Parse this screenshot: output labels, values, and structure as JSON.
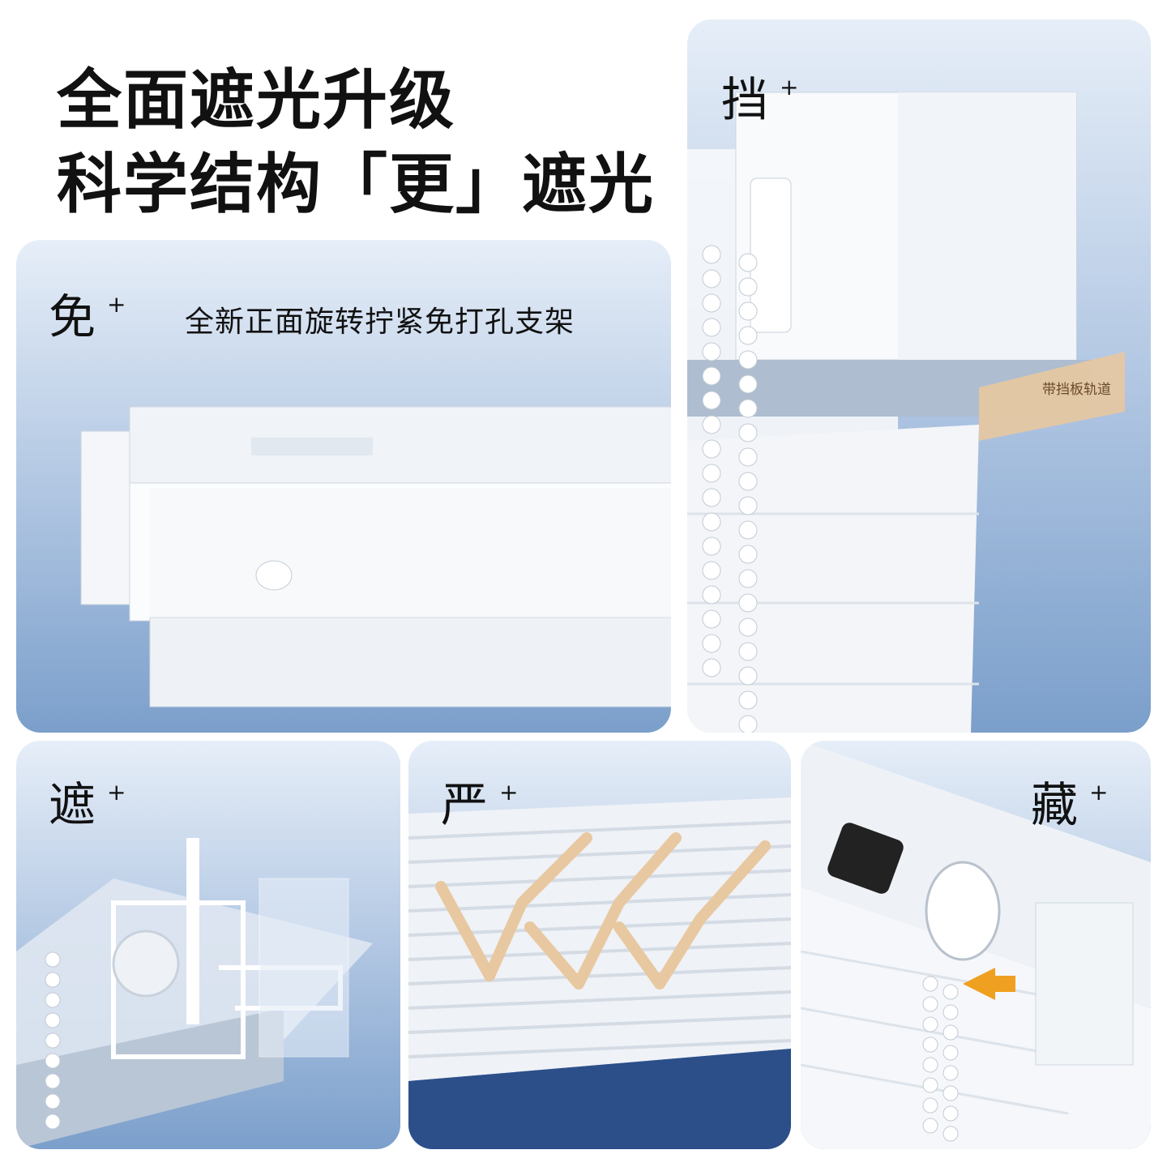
{
  "headline": {
    "line1": "全面遮光升级",
    "line2": "科学结构「更」遮光"
  },
  "panels": {
    "mian": {
      "label": "免",
      "plus": "+",
      "caption": "全新正面旋转拧紧免打孔支架"
    },
    "dang": {
      "label": "挡",
      "plus": "+",
      "tag": "带挡板轨道"
    },
    "zhe": {
      "label": "遮",
      "plus": "+"
    },
    "yan": {
      "label": "严",
      "plus": "+"
    },
    "cang": {
      "label": "藏",
      "plus": "+"
    }
  },
  "colors": {
    "panel_top": "#e6eef8",
    "panel_bottom": "#7b9fcb",
    "accent_tan": "#e8c8a0",
    "arrow_orange": "#f0a020"
  }
}
